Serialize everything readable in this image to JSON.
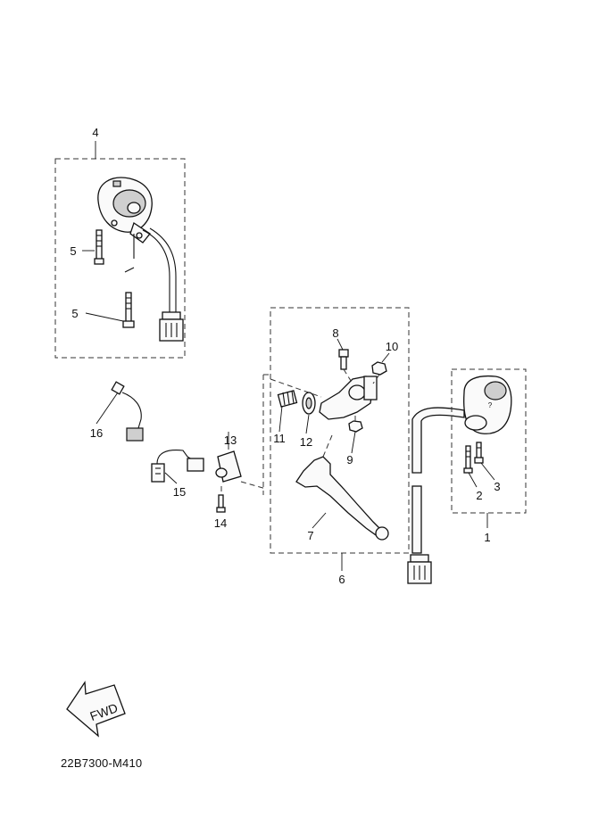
{
  "callouts": {
    "c1": "1",
    "c2": "2",
    "c3": "3",
    "c4": "4",
    "c5a": "5",
    "c5b": "5",
    "c6": "6",
    "c7": "7",
    "c8": "8",
    "c9": "9",
    "c10": "10",
    "c11": "11",
    "c12": "12",
    "c13": "13",
    "c14": "14",
    "c15": "15",
    "c16": "16"
  },
  "fwd_label": "FWD",
  "diagram_code": "22B7300-M410"
}
